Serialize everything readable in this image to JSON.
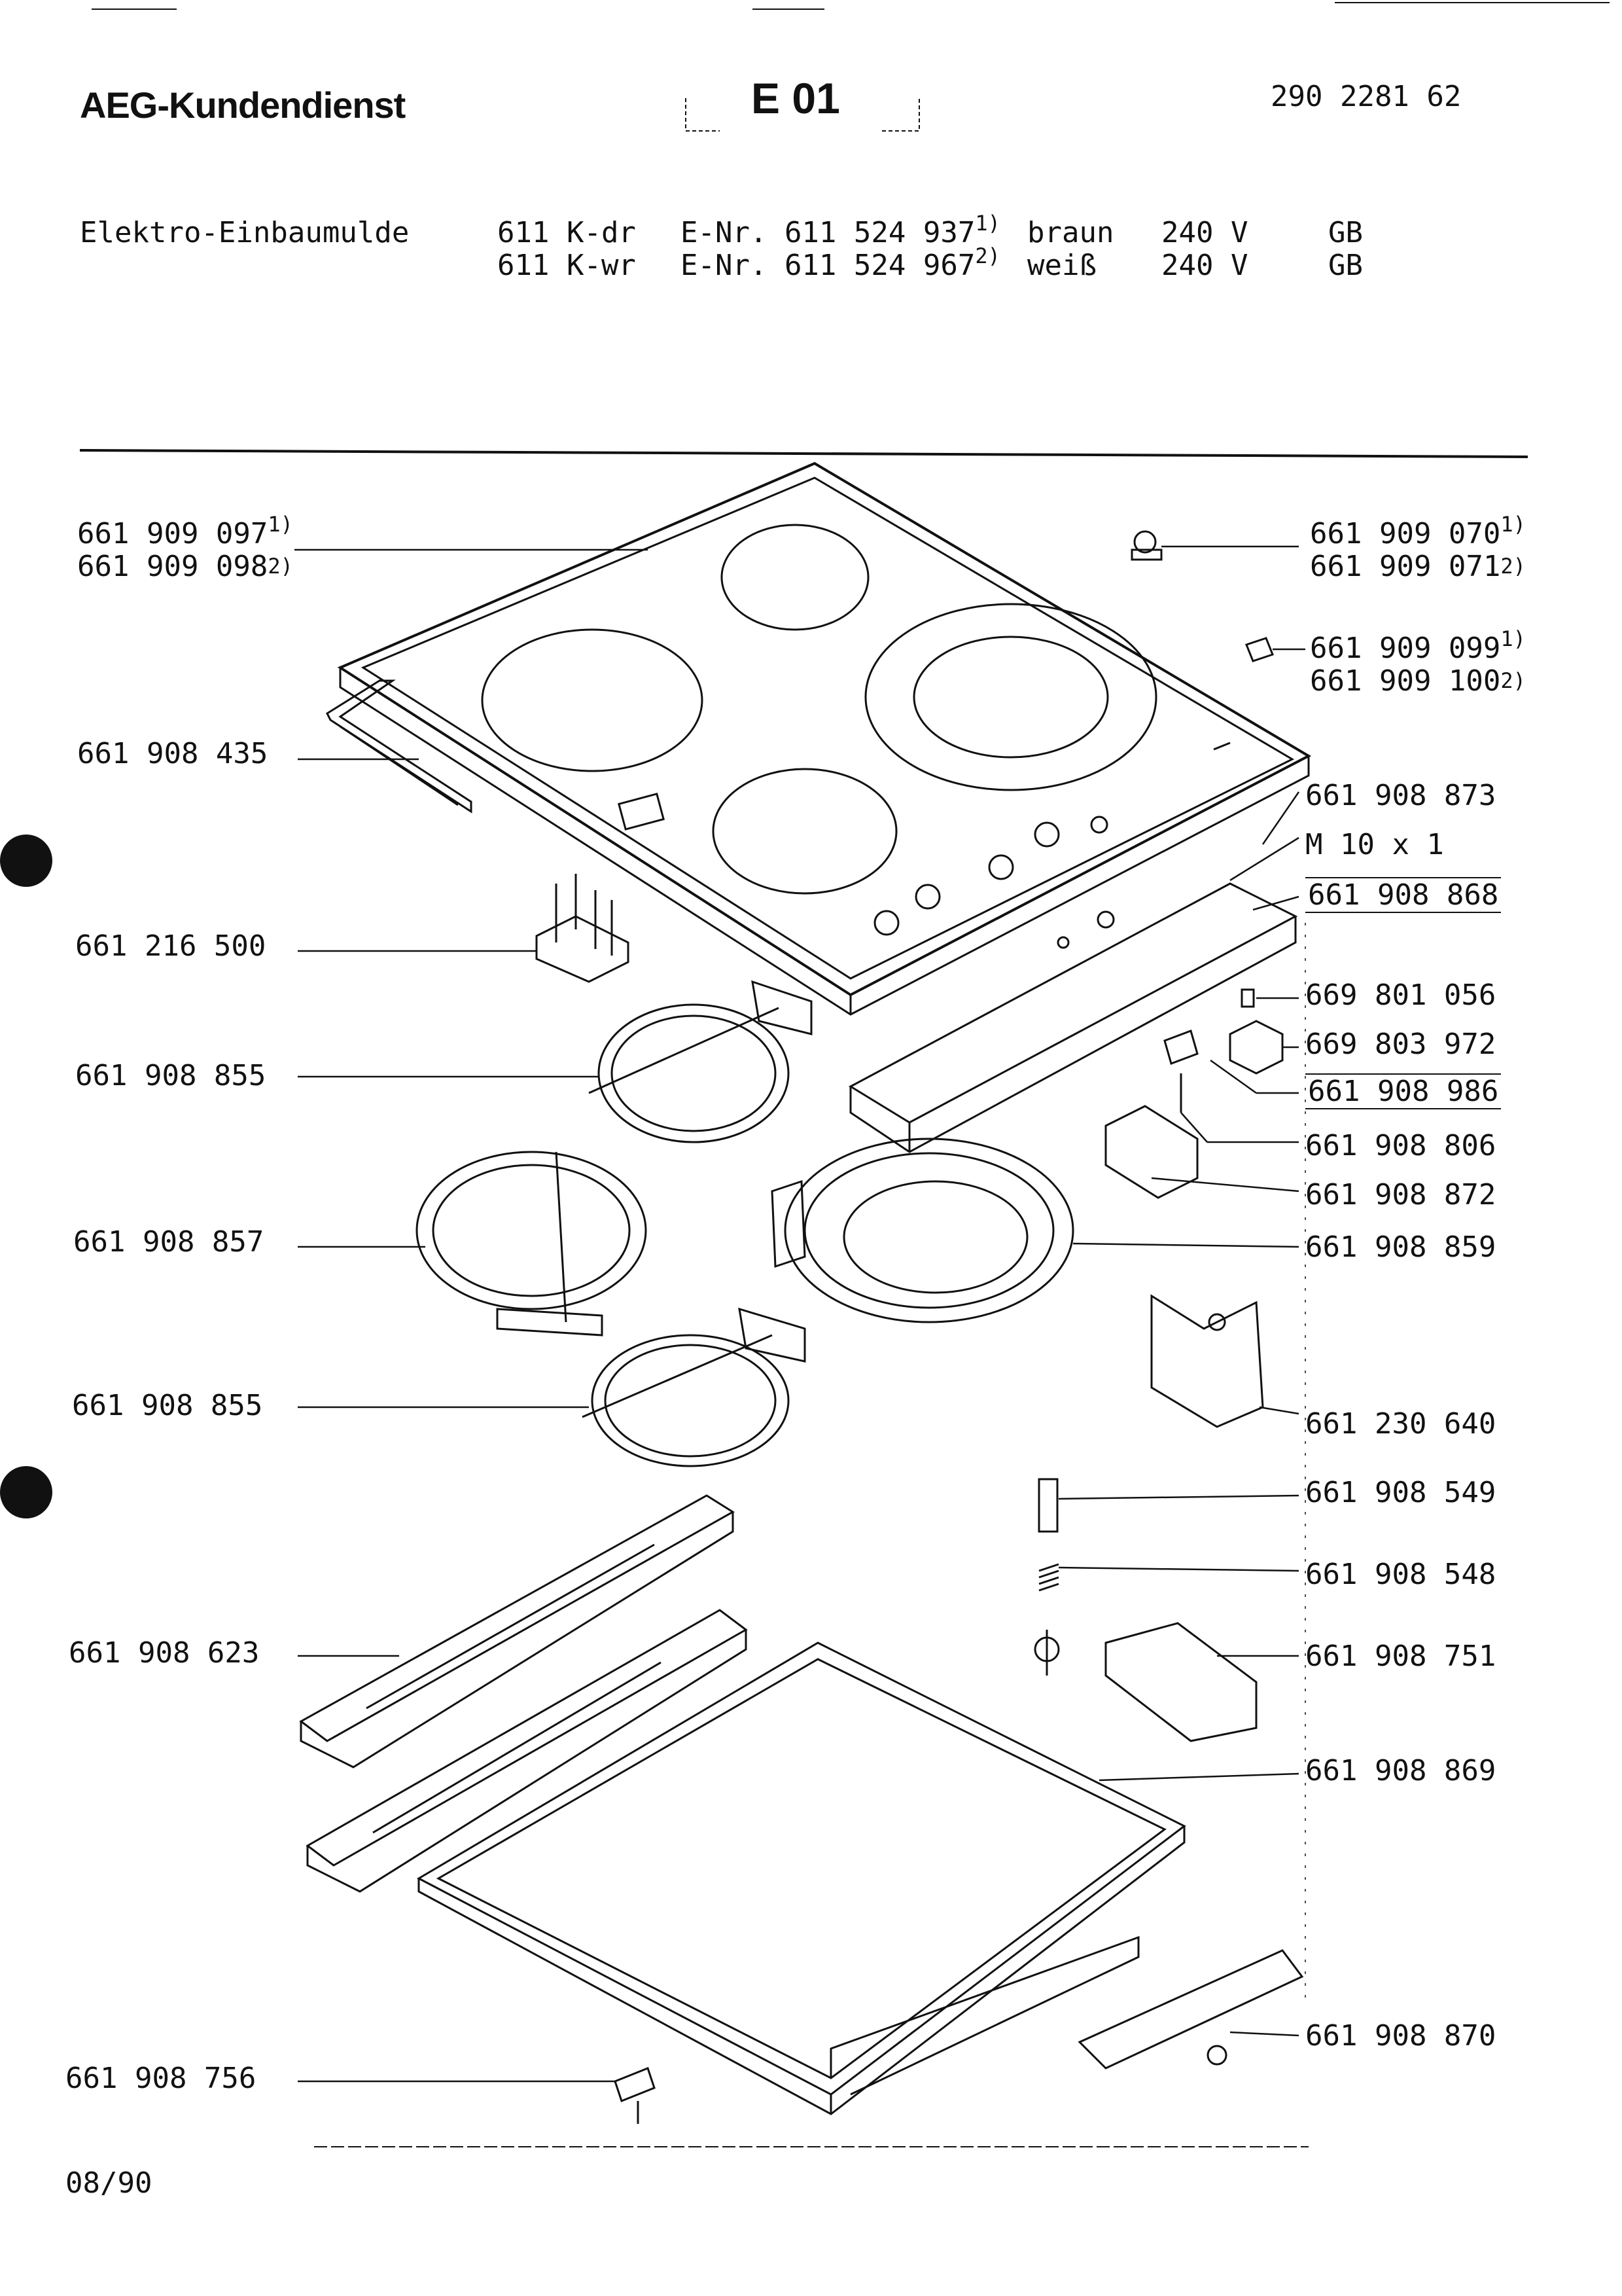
{
  "header": {
    "brand": "AEG-Kundendienst",
    "section_code": "E 01",
    "document_number": "290 2281 62"
  },
  "product": {
    "name": "Elektro-Einbaumulde",
    "variants": [
      {
        "model": "611 K-dr",
        "e_nr": "E-Nr. 611 524 937",
        "note": "1)",
        "color": "braun",
        "voltage": "240 V",
        "country": "GB"
      },
      {
        "model": "611 K-wr",
        "e_nr": "E-Nr. 611 524 967",
        "note": "2)",
        "color": "weiß",
        "voltage": "240 V",
        "country": "GB"
      }
    ]
  },
  "parts_left": [
    {
      "number": "661 909 097",
      "note": "1)"
    },
    {
      "number": "661 909 098",
      "note": "2)"
    },
    {
      "number": "661 908 435"
    },
    {
      "number": "661 216 500"
    },
    {
      "number": "661 908 855"
    },
    {
      "number": "661 908 857"
    },
    {
      "number": "661 908 855"
    },
    {
      "number": "661 908 623"
    },
    {
      "number": "661 908 756"
    }
  ],
  "parts_right": [
    {
      "number": "661 909 070",
      "note": "1)"
    },
    {
      "number": "661 909 071",
      "note": "2)"
    },
    {
      "number": "661 909 099",
      "note": "1)"
    },
    {
      "number": "661 909 100",
      "note": "2)"
    },
    {
      "number": "661 908 873"
    },
    {
      "number": "M 10 x 1"
    },
    {
      "number": "661 908 868"
    },
    {
      "number": "669 801 056"
    },
    {
      "number": "669 803 972"
    },
    {
      "number": "661 908 986"
    },
    {
      "number": "661 908 806"
    },
    {
      "number": "661 908 872"
    },
    {
      "number": "661 908 859"
    },
    {
      "number": "661 230 640"
    },
    {
      "number": "661 908 549"
    },
    {
      "number": "661 908 548"
    },
    {
      "number": "661 908 751"
    },
    {
      "number": "661 908 869"
    },
    {
      "number": "661 908 870"
    }
  ],
  "footer": {
    "date": "08/90"
  }
}
